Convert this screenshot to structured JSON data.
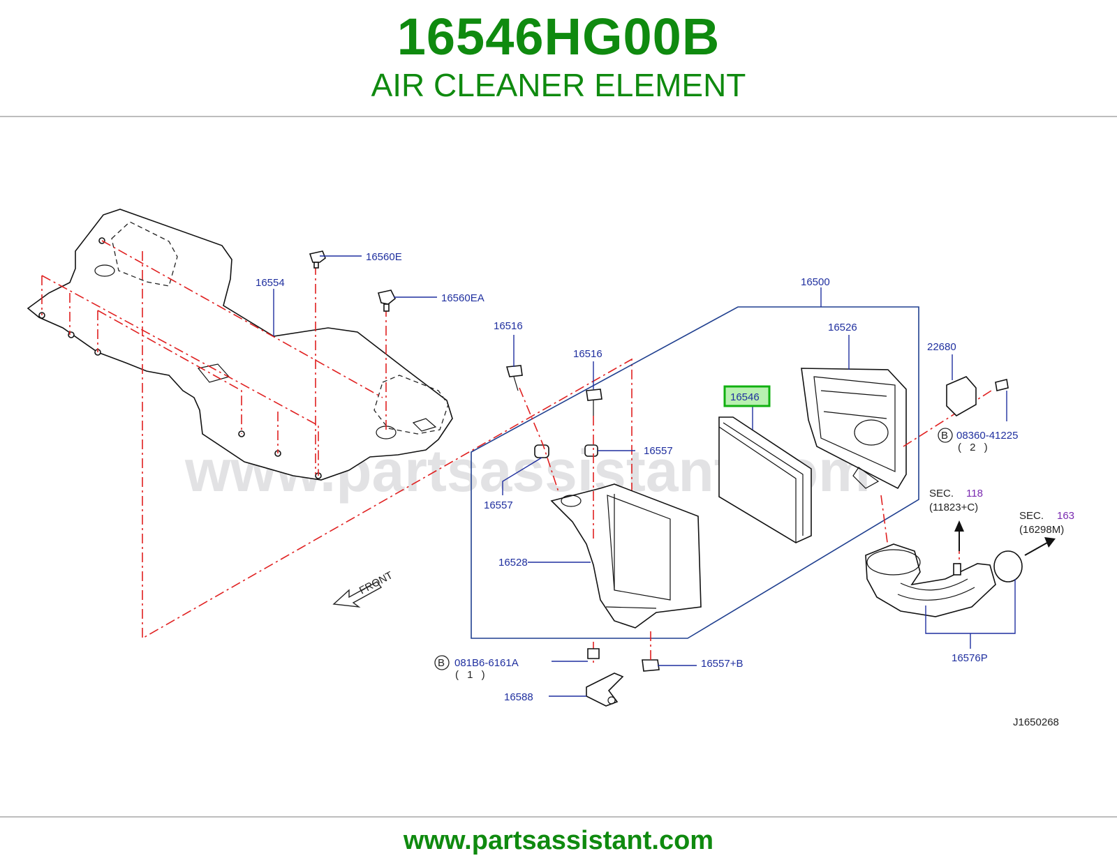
{
  "header": {
    "part_number": "16546HG00B",
    "part_name": "AIR CLEANER ELEMENT"
  },
  "footer": {
    "url": "www.partsassistant.com"
  },
  "watermark": "www.partsassistant.com",
  "colors": {
    "brand_green": "#0f8a0f",
    "label_blue": "#1f2f9f",
    "highlight_green": "#10b010",
    "leader_red": "#e02020",
    "section_purple": "#7a2ab0"
  },
  "diagram": {
    "callouts": {
      "p16560E": "16560E",
      "p16560EA": "16560EA",
      "p16554": "16554",
      "p16500": "16500",
      "p16516a": "16516",
      "p16516b": "16516",
      "p16526": "16526",
      "p16546": "16546",
      "p22680": "22680",
      "p16557a": "16557",
      "p16557b": "16557",
      "p16528": "16528",
      "p16557B": "16557+B",
      "p16588": "16588",
      "p16576P": "16576P"
    },
    "bolts": [
      {
        "marker": "B",
        "code": "08360-41225",
        "qty": "( 2 )"
      },
      {
        "marker": "B",
        "code": "081B6-6161A",
        "qty": "( 1 )"
      }
    ],
    "sections": [
      {
        "prefix": "SEC.",
        "number": "118",
        "ref": "(11823+C)"
      },
      {
        "prefix": "SEC.",
        "number": "163",
        "ref": "(16298M)"
      }
    ],
    "front_label": "FRONT",
    "diagram_code": "J1650268",
    "highlighted_part": "16546"
  }
}
